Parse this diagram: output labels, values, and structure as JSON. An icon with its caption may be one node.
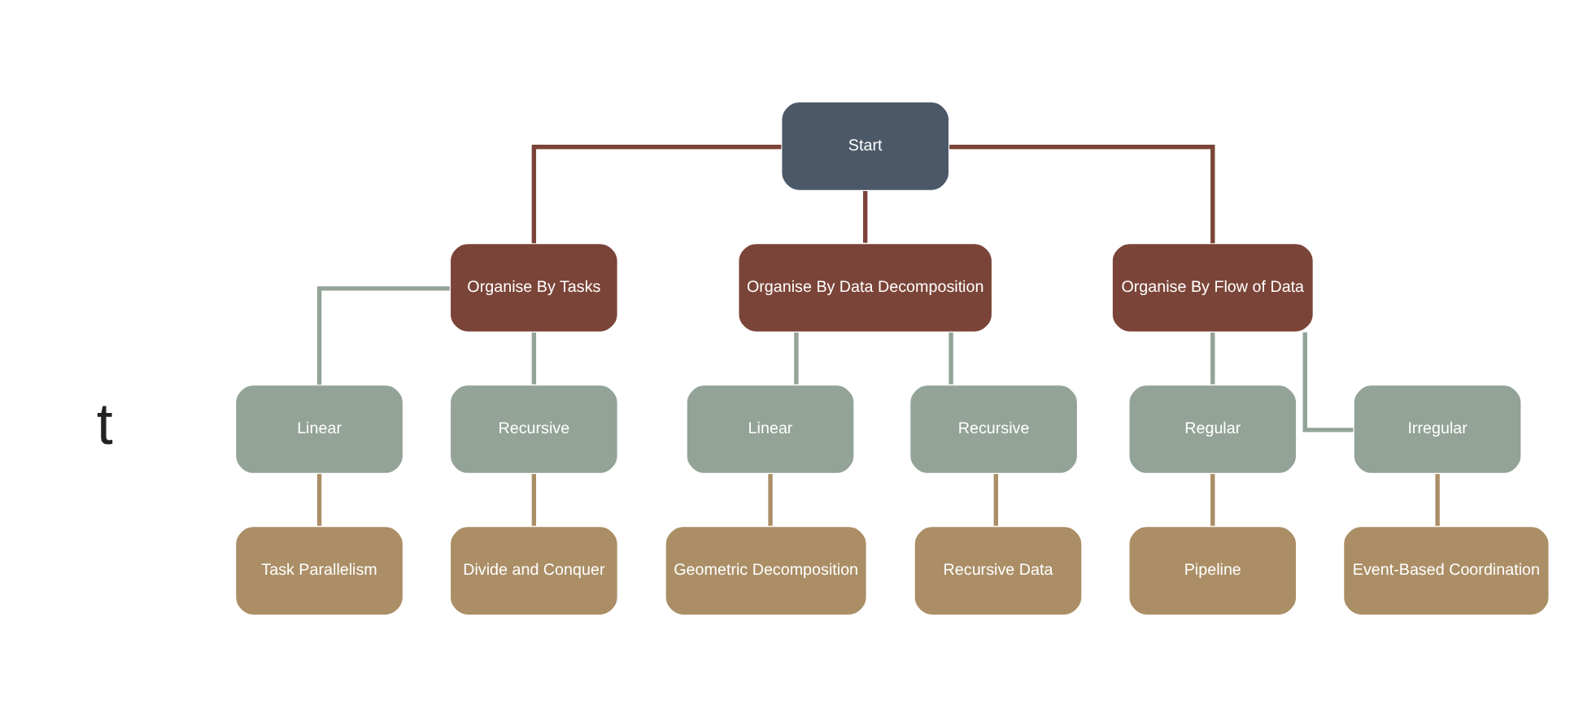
{
  "diagram": {
    "nodes": [
      {
        "text": [
          "Start"
        ]
      },
      {
        "text": [
          "Organise By Tasks"
        ]
      },
      {
        "text": [
          "Organise By Data Decomposition"
        ]
      },
      {
        "text": [
          "Organise By Flow of Data"
        ]
      },
      {
        "text": [
          "Linear"
        ]
      },
      {
        "text": [
          "Recursive"
        ]
      },
      {
        "text": [
          "Linear"
        ]
      },
      {
        "text": [
          "Recursive"
        ]
      },
      {
        "text": [
          "Regular"
        ]
      },
      {
        "text": [
          "Irregular"
        ]
      },
      {
        "text": [
          "Task Parallelism"
        ]
      },
      {
        "text": [
          "Divide and Conquer"
        ]
      },
      {
        "text": [
          "Geometric Decomposition"
        ]
      },
      {
        "text": [
          "Recursive Data"
        ]
      },
      {
        "text": [
          "Pipeline"
        ]
      },
      {
        "text": [
          "Event-Based Coordination"
        ]
      }
    ],
    "edges": [
      {
        "from": 0,
        "to": 1,
        "arrow": "none",
        "color": "#7b4438"
      },
      {
        "from": 0,
        "to": 2,
        "arrow": "none",
        "color": "#7b4438"
      },
      {
        "from": 0,
        "to": 3,
        "arrow": "none",
        "color": "#7b4438"
      },
      {
        "from": 1,
        "to": 4,
        "arrow": "none"
      },
      {
        "from": 1,
        "to": 5,
        "arrow": "none"
      },
      {
        "from": 2,
        "to": 6,
        "arrow": "none"
      },
      {
        "from": 2,
        "to": 7,
        "arrow": "none"
      },
      {
        "from": 3,
        "to": 8,
        "arrow": "none"
      },
      {
        "from": 3,
        "to": 9,
        "arrow": "none"
      },
      {
        "from": 4,
        "to": 10,
        "arrow": "none",
        "color": "#ab8e66"
      },
      {
        "from": 5,
        "to": 11,
        "arrow": "none",
        "color": "#ab8e66"
      },
      {
        "from": 6,
        "to": 12,
        "arrow": "none",
        "color": "#ab8e66"
      },
      {
        "from": 7,
        "to": 13,
        "arrow": "none",
        "color": "#ab8e66"
      },
      {
        "from": 8,
        "to": 14,
        "arrow": "none",
        "color": "#ab8e66"
      },
      {
        "from": 9,
        "to": 15,
        "arrow": "none",
        "color": "#ab8e66"
      }
    ],
    "labels": [
      "t"
    ]
  }
}
